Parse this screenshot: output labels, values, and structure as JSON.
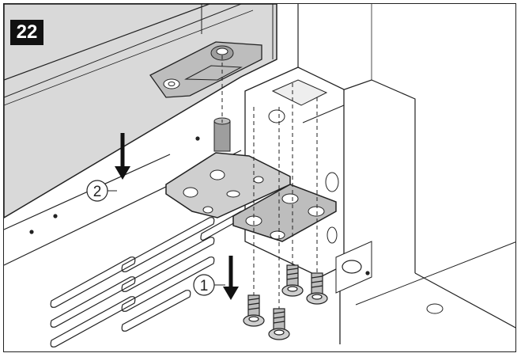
{
  "step": {
    "number": "22"
  },
  "callouts": [
    {
      "label": "1",
      "meaning": "screw-insertion-arrow"
    },
    {
      "label": "2",
      "meaning": "lower-appliance-arrow"
    }
  ],
  "colors": {
    "appliance_shade": "#d9d9d9",
    "line": "#222222",
    "bracket": "#bdbdbd",
    "badge": "#111111"
  },
  "icons": [
    "down-arrow-icon",
    "screw-icon",
    "hinge-bracket"
  ]
}
